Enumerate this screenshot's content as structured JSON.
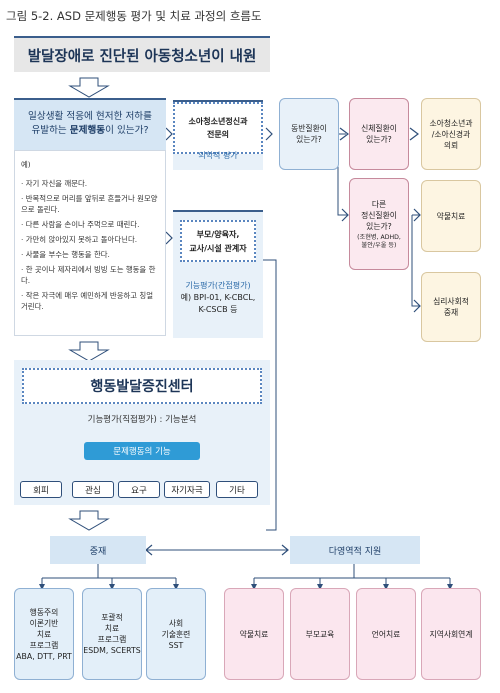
{
  "figure_title": "그림 5-2. ASD 문제행동 평가 및 치료 과정의 흐름도",
  "banner_title": "발달장애로 진단된 아동청소년이 내원",
  "question": {
    "line1": "일상생활 적응에 현저한 저하를",
    "line2_prefix": "유발하는 ",
    "line2_bold": "문제행동",
    "line2_suffix": "이 있는가?"
  },
  "examples": {
    "heading": "예)",
    "items": [
      "· 자기 자신을 깨문다.",
      "· 반복적으로 머리를 앞뒤로 흔들거나 원모양으로 돌린다.",
      "· 다른 사람을 손이나 주먹으로 때린다.",
      "· 가만히 앉아있지 못하고 돌아다닌다.",
      "· 사물을 부수는 행동을 한다.",
      "· 한 곳이나 제자리에서 빙빙 도는 행동을 한다.",
      "· 작은 자극에 매우 예민하게 반응하고 칭얼거린다."
    ]
  },
  "center": {
    "title": "행동발달증진센터",
    "func_eval_label": "기능평가(직접평가) : 기능분석",
    "func_pill": "문제행동의 기능",
    "tags": [
      "회피",
      "관심",
      "요구",
      "자기자극",
      "기타"
    ]
  },
  "col2": {
    "top_box": "소아청소년정신과\n전문의",
    "top_caption": "의학적 평가",
    "mid_box": "부모/양육자,\n교사/시설 관계자",
    "mid_caption_blue": "기능평가(간접평가)",
    "mid_caption_rest": "예) BPI-01, K-CBCL,\nK-CSCB 등"
  },
  "col3": {
    "comorbid": "동반질환이\n있는가?"
  },
  "col4": {
    "physical": "신체질환이\n있는가?",
    "psychiatric": "다른\n정신질환이\n있는가?",
    "psychiatric_note": "(조현병, ADHD,\n불안/우울 등)"
  },
  "col5": {
    "pediatric": "소아청소년과\n/소아신경과\n의뢰",
    "medication": "약물치료",
    "psychosocial": "심리사회적\n중재"
  },
  "bottom": {
    "intervention": "중재",
    "multidisciplinary": "다영역적 지원",
    "left_boxes": [
      "행동주의\n이론기반\n치료\n프로그램\nABA, DTT, PRT",
      "포괄적\n치료\n프로그램\nESDM, SCERTS",
      "사회\n기술훈련\nSST"
    ],
    "right_boxes": [
      "약물치료",
      "부모교육",
      "언어치료",
      "지역사회연계"
    ]
  }
}
